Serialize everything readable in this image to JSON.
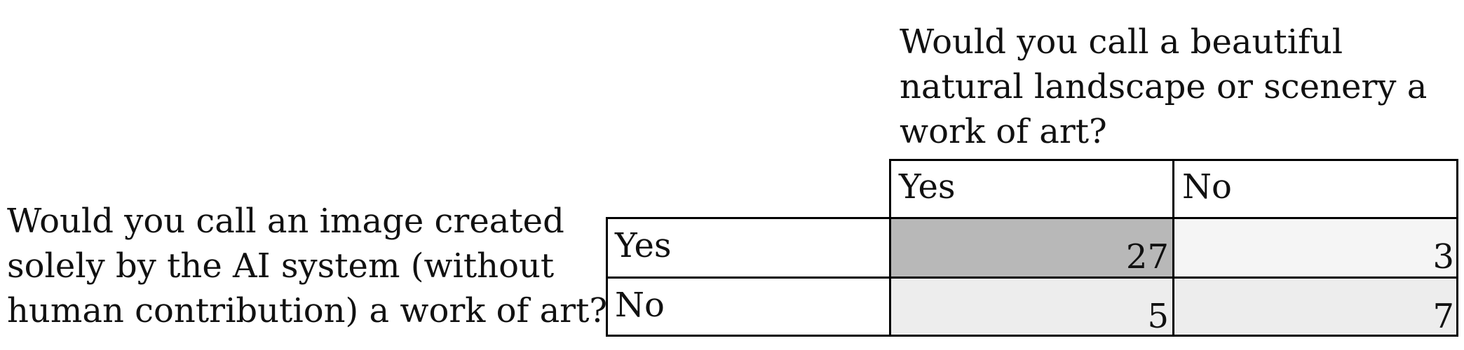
{
  "chart_data": {
    "type": "table",
    "column_question": "Would you call a beautiful natural landscape or scenery a work of art?",
    "row_question": "Would you call an image created solely by the AI system (without human contribution) a work of art?",
    "columns": [
      "Yes",
      "No"
    ],
    "rows": [
      "Yes",
      "No"
    ],
    "values": [
      [
        27,
        3
      ],
      [
        5,
        7
      ]
    ],
    "colors": {
      "max_cell": "#b8b8b8",
      "low_cell": "#f5f5f5",
      "mid_cell": "#ededed",
      "line": "#000000"
    }
  }
}
